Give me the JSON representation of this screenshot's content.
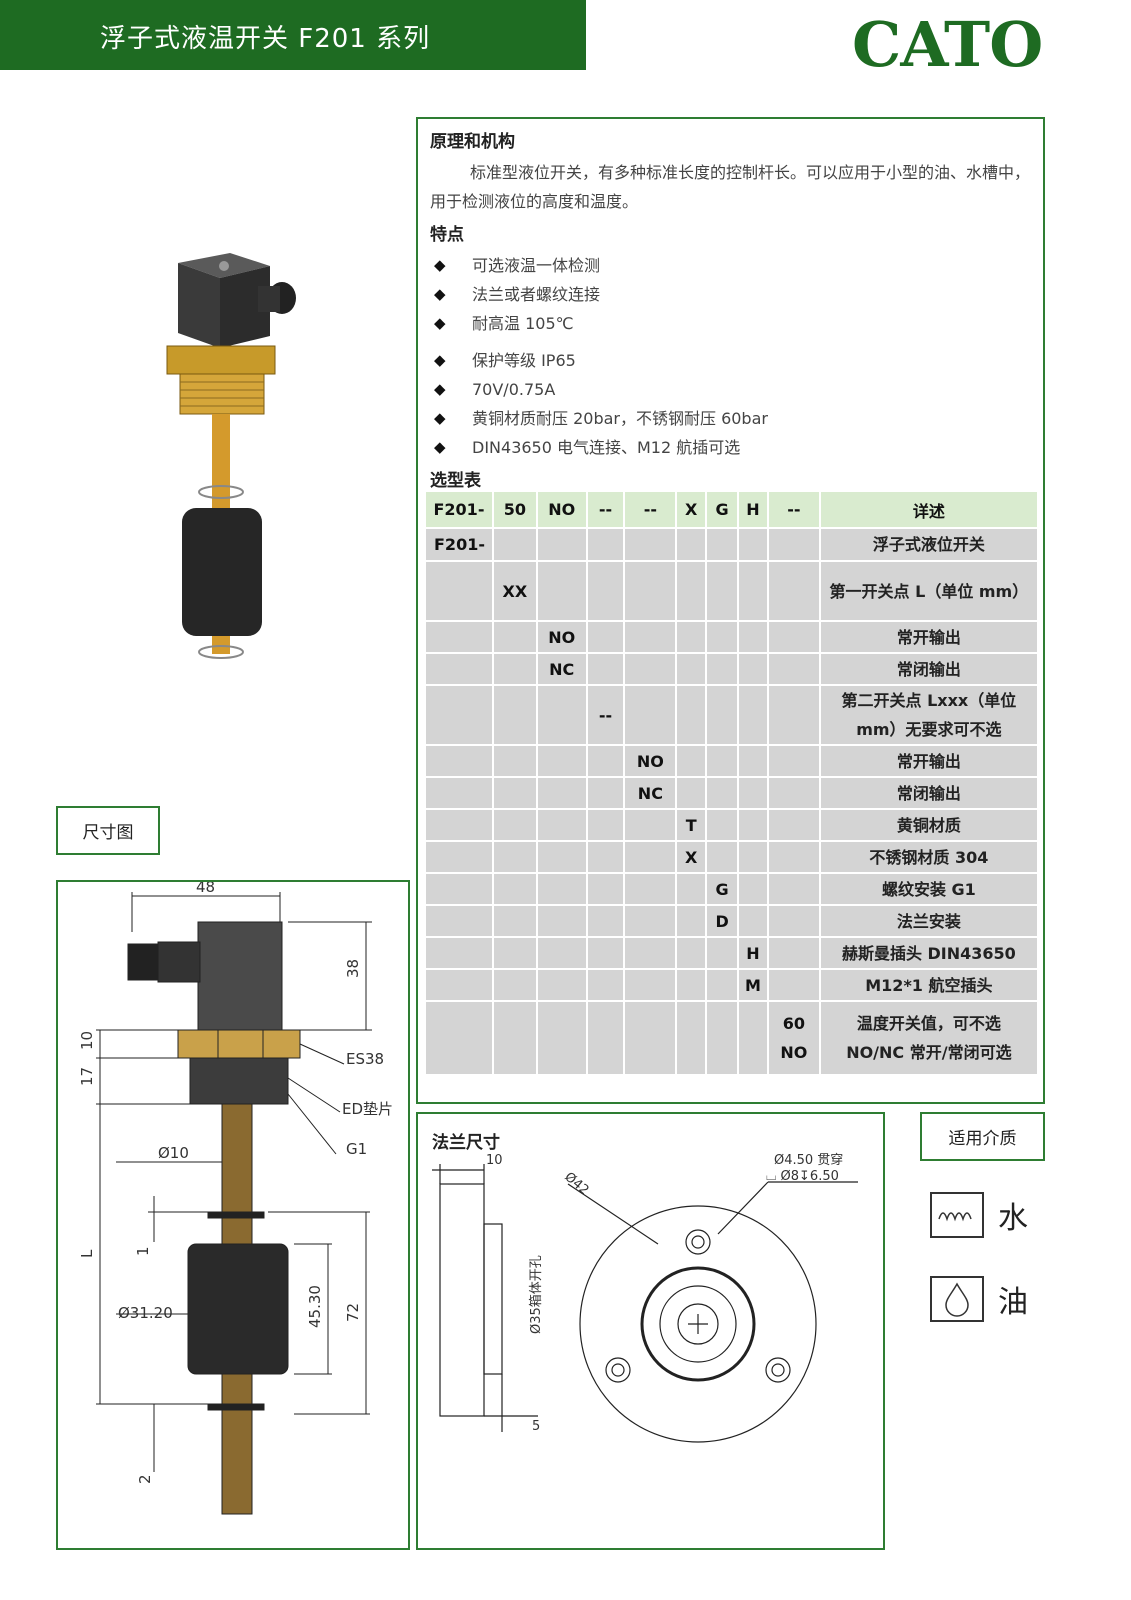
{
  "header": {
    "title": "浮子式液温开关 F201 系列",
    "logo": "CATO",
    "band_color": "#1e6b22"
  },
  "principle": {
    "title": "原理和机构",
    "text": "标准型液位开关，有多种标准长度的控制杆长。可以应用于小型的油、水槽中，用于检测液位的高度和温度。"
  },
  "features": {
    "title": "特点",
    "bullet": "◆",
    "items": [
      "可选液温一体检测",
      "法兰或者螺纹连接",
      "耐高温 105℃",
      "保护等级 IP65",
      "70V/0.75A",
      "黄铜材质耐压 20bar，不锈钢耐压 60bar",
      "DIN43650 电气连接、M12 航插可选"
    ]
  },
  "selection": {
    "title": "选型表",
    "headers": [
      "F201-",
      "50",
      "NO",
      "--",
      "--",
      "X",
      "G",
      "H",
      "--",
      "详述"
    ],
    "rows": [
      {
        "col": 0,
        "code": "F201-",
        "desc": "浮子式液位开关"
      },
      {
        "col": 1,
        "code": "XX",
        "desc": "第一开关点 L（单位 mm）"
      },
      {
        "col": 2,
        "code": "NO",
        "desc": "常开输出"
      },
      {
        "col": 2,
        "code": "NC",
        "desc": "常闭输出"
      },
      {
        "col": 3,
        "code": "--",
        "desc": "第二开关点 Lxxx（单位 mm）无要求可不选"
      },
      {
        "col": 4,
        "code": "NO",
        "desc": "常开输出"
      },
      {
        "col": 4,
        "code": "NC",
        "desc": "常闭输出"
      },
      {
        "col": 5,
        "code": "T",
        "desc": "黄铜材质"
      },
      {
        "col": 5,
        "code": "X",
        "desc": "不锈钢材质 304"
      },
      {
        "col": 6,
        "code": "G",
        "desc": "螺纹安装 G1"
      },
      {
        "col": 6,
        "code": "D",
        "desc": "法兰安装"
      },
      {
        "col": 7,
        "code": "H",
        "desc": "赫斯曼插头 DIN43650"
      },
      {
        "col": 7,
        "code": "M",
        "desc": "M12*1 航空插头"
      },
      {
        "col": 8,
        "code": "60",
        "code2": "NO",
        "desc": "温度开关值，可不选",
        "desc2": "NO/NC 常开/常闭可选"
      }
    ]
  },
  "dimension": {
    "title": "尺寸图",
    "labels": {
      "w48": "48",
      "h38": "38",
      "h10": "10",
      "h17": "17",
      "es38": "ES38",
      "ed": "ED垫片",
      "g1": "G1",
      "d10": "Ø10",
      "L": "L",
      "one": "1",
      "d31": "Ø31.20",
      "h45": "45.30",
      "h72": "72",
      "two": "2"
    }
  },
  "flange": {
    "title": "法兰尺寸",
    "labels": {
      "t10": "10",
      "d42": "Ø42",
      "hole": "Ø4.50 贯穿",
      "cbore": "⌴ Ø8↧6.50",
      "d35": "Ø35箱体开孔",
      "t5": "5"
    }
  },
  "media": {
    "title": "适用介质",
    "water": "水",
    "oil": "油"
  }
}
